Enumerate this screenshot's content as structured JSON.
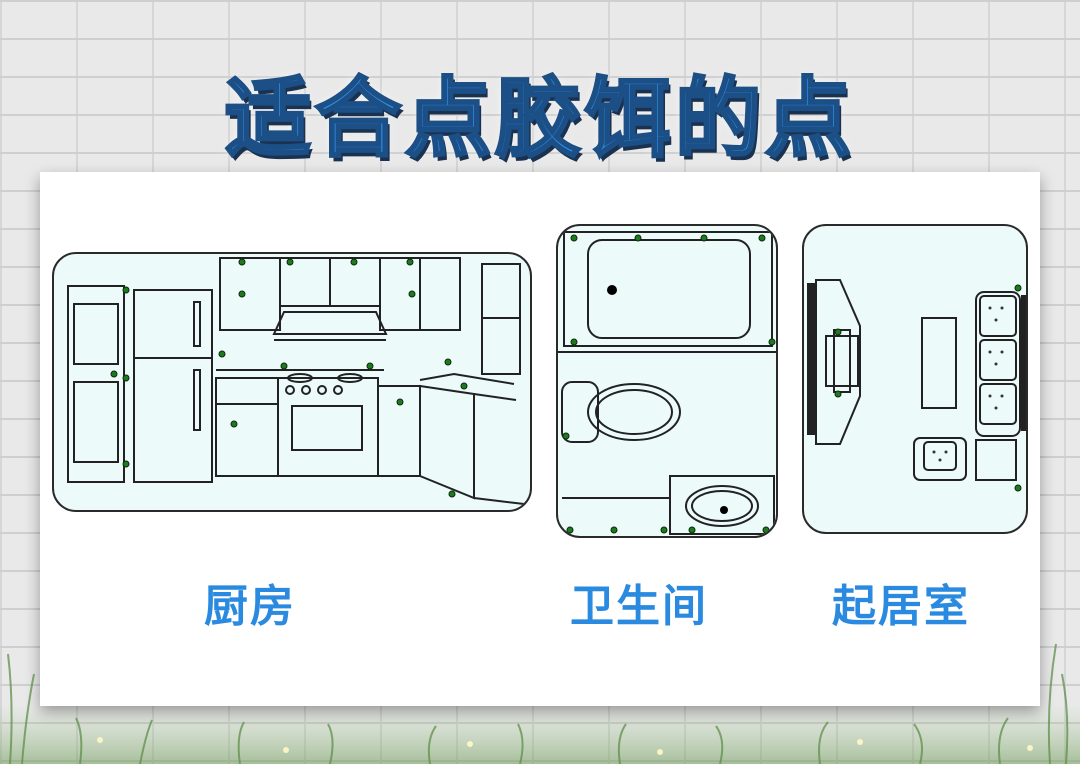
{
  "title": "适合点胶饵的点",
  "rooms": [
    {
      "label": "厨房"
    },
    {
      "label": "卫生间"
    },
    {
      "label": "起居室"
    }
  ],
  "colors": {
    "title": "#2e8fe6",
    "label": "#2a8ae0",
    "panel_bg": "#ecfafa",
    "bait_dot": "#1e7a1e"
  }
}
